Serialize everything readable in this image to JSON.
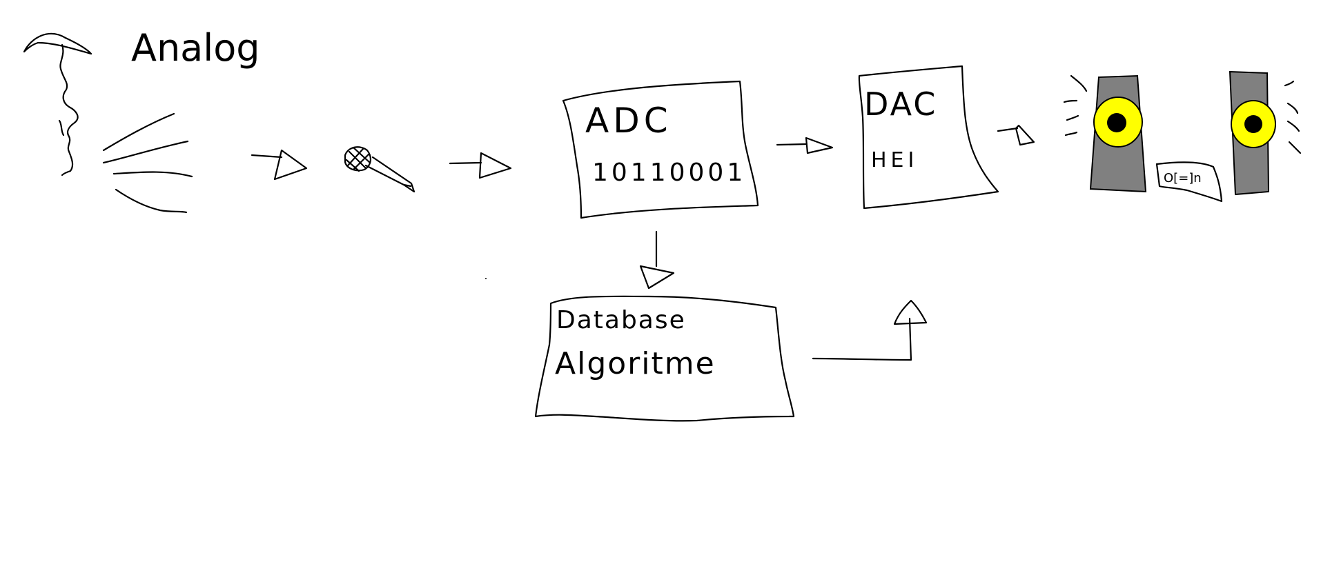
{
  "colors": {
    "ink": "#000000",
    "speaker_body": "#808080",
    "speaker_cone": "#ffff00",
    "background": "#ffffff"
  },
  "labels": {
    "analog": "Analog",
    "adc_title": "ADC",
    "adc_bits": "10110001",
    "dac_title": "DAC",
    "dac_text": "HEI",
    "database_line1": "Database",
    "database_line2": "Algoritme",
    "device_text": "O[=]n"
  },
  "icons": {
    "source": "person-speaking-icon",
    "microphone": "microphone-icon",
    "output": "speakers-icon",
    "device": "sound-device-icon"
  }
}
